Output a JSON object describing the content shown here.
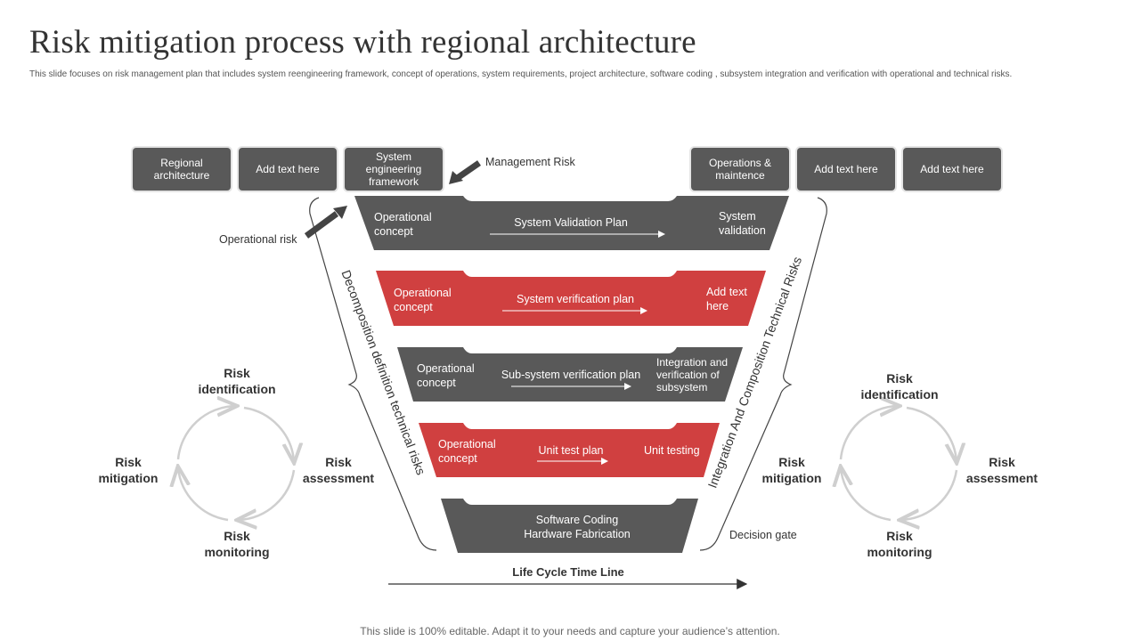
{
  "header": {
    "title": "Risk mitigation process with regional architecture",
    "subtitle": "This slide focuses on risk management plan that includes system reengineering framework, concept of operations, system requirements, project architecture, software coding , subsystem integration and verification with operational and technical risks."
  },
  "top_boxes": [
    "Regional\narchitecture",
    "Add text here",
    "System\nengineering\nframework",
    "Operations &\nmaintence",
    "Add text here",
    "Add text here"
  ],
  "labels": {
    "management_risk": "Management  Risk",
    "operational_risk": "Operational  risk",
    "decision_gate": "Decision gate",
    "lifecycle": "Life Cycle Time Line",
    "left_brace": "Decomposition definition technical risks",
    "right_brace": "Integration And Composition Technical Risks"
  },
  "bands": [
    {
      "left": "Operational\nconcept",
      "middle": "System Validation Plan",
      "right": "System\nvalidation",
      "color": "#595959"
    },
    {
      "left": "Operational\nconcept",
      "middle": "System verification  plan",
      "right": "Add text\nhere",
      "color": "#d04040"
    },
    {
      "left": "Operational\nconcept",
      "middle": "Sub-system verification  plan",
      "right": "Integration and\nverification of\nsubsystem",
      "color": "#595959"
    },
    {
      "left": "Operational\nconcept",
      "middle": "Unit test plan",
      "right": "Unit testing",
      "color": "#d04040"
    },
    {
      "left": "",
      "middle": "Software Coding\nHardware  Fabrication",
      "right": "",
      "color": "#595959"
    }
  ],
  "risk_cycle_left": {
    "top": "Risk\nidentification",
    "right": "Risk\nassessment",
    "bottom": "Risk\nmonitoring",
    "left": "Risk\nmitigation"
  },
  "risk_cycle_right": {
    "top": "Risk\nidentification",
    "right": "Risk\nassessment",
    "bottom": "Risk\nmonitoring",
    "left": "Risk\nmitigation"
  },
  "footer": "This slide is 100% editable. Adapt it to your needs and capture your audience’s attention."
}
